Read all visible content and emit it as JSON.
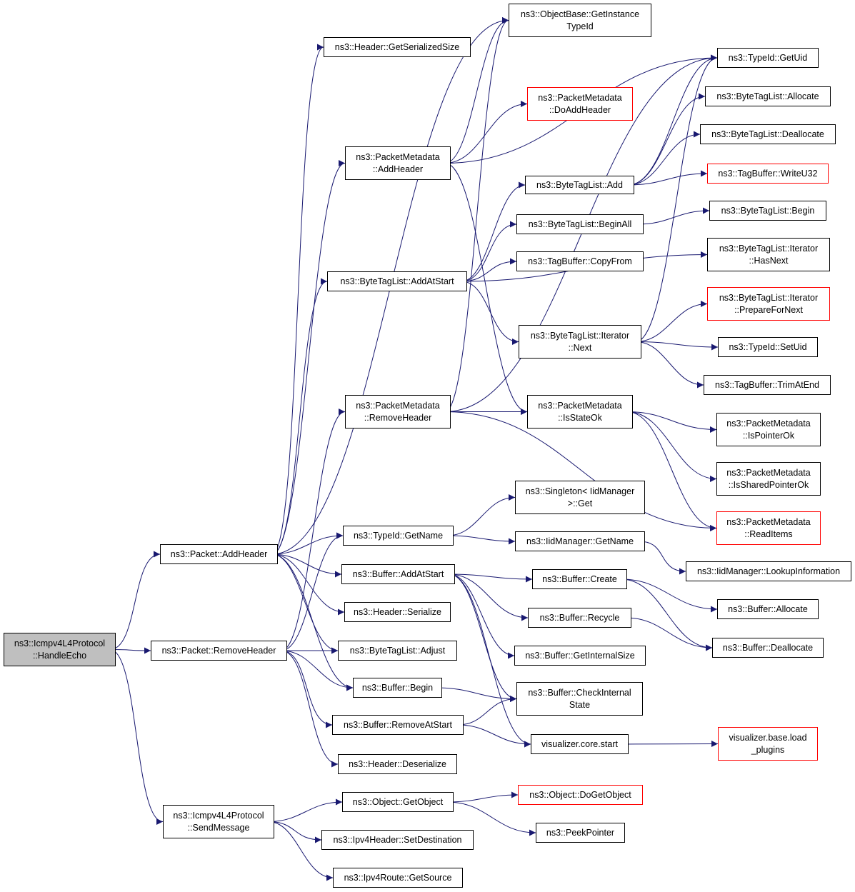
{
  "nodes": [
    {
      "id": "handle_echo",
      "lines": [
        "ns3::Icmpv4L4Protocol",
        "::HandleEcho"
      ],
      "style": "root"
    },
    {
      "id": "packet_addheader",
      "lines": [
        "ns3::Packet::AddHeader"
      ],
      "style": "normal"
    },
    {
      "id": "packet_removeheader",
      "lines": [
        "ns3::Packet::RemoveHeader"
      ],
      "style": "normal"
    },
    {
      "id": "sendmessage",
      "lines": [
        "ns3::Icmpv4L4Protocol",
        "::SendMessage"
      ],
      "style": "normal"
    },
    {
      "id": "header_getserializedsize",
      "lines": [
        "ns3::Header::GetSerializedSize"
      ],
      "style": "normal"
    },
    {
      "id": "pm_addheader",
      "lines": [
        "ns3::PacketMetadata",
        "::AddHeader"
      ],
      "style": "normal"
    },
    {
      "id": "btl_addatstart",
      "lines": [
        "ns3::ByteTagList::AddAtStart"
      ],
      "style": "normal"
    },
    {
      "id": "pm_removeheader",
      "lines": [
        "ns3::PacketMetadata",
        "::RemoveHeader"
      ],
      "style": "normal"
    },
    {
      "id": "typeid_getname",
      "lines": [
        "ns3::TypeId::GetName"
      ],
      "style": "normal"
    },
    {
      "id": "buffer_addatstart",
      "lines": [
        "ns3::Buffer::AddAtStart"
      ],
      "style": "normal"
    },
    {
      "id": "header_serialize",
      "lines": [
        "ns3::Header::Serialize"
      ],
      "style": "normal"
    },
    {
      "id": "btl_adjust",
      "lines": [
        "ns3::ByteTagList::Adjust"
      ],
      "style": "normal"
    },
    {
      "id": "buffer_begin",
      "lines": [
        "ns3::Buffer::Begin"
      ],
      "style": "normal"
    },
    {
      "id": "buffer_removeatstart",
      "lines": [
        "ns3::Buffer::RemoveAtStart"
      ],
      "style": "normal"
    },
    {
      "id": "header_deserialize",
      "lines": [
        "ns3::Header::Deserialize"
      ],
      "style": "normal"
    },
    {
      "id": "object_getobject",
      "lines": [
        "ns3::Object::GetObject"
      ],
      "style": "normal"
    },
    {
      "id": "ipv4header_setdestination",
      "lines": [
        "ns3::Ipv4Header::SetDestination"
      ],
      "style": "normal"
    },
    {
      "id": "ipv4route_getsource",
      "lines": [
        "ns3::Ipv4Route::GetSource"
      ],
      "style": "normal"
    },
    {
      "id": "objectbase_getinstancetypeid",
      "lines": [
        "ns3::ObjectBase::GetInstance",
        "TypeId"
      ],
      "style": "normal"
    },
    {
      "id": "pm_doaddheader",
      "lines": [
        "ns3::PacketMetadata",
        "::DoAddHeader"
      ],
      "style": "red"
    },
    {
      "id": "btl_add",
      "lines": [
        "ns3::ByteTagList::Add"
      ],
      "style": "normal"
    },
    {
      "id": "btl_beginall",
      "lines": [
        "ns3::ByteTagList::BeginAll"
      ],
      "style": "normal"
    },
    {
      "id": "tagbuffer_copyfrom",
      "lines": [
        "ns3::TagBuffer::CopyFrom"
      ],
      "style": "normal"
    },
    {
      "id": "btl_iterator_next",
      "lines": [
        "ns3::ByteTagList::Iterator",
        "::Next"
      ],
      "style": "normal"
    },
    {
      "id": "pm_isstateok",
      "lines": [
        "ns3::PacketMetadata",
        "::IsStateOk"
      ],
      "style": "normal"
    },
    {
      "id": "singleton_get",
      "lines": [
        "ns3::Singleton< IidManager",
        ">::Get"
      ],
      "style": "normal"
    },
    {
      "id": "iidmanager_getname",
      "lines": [
        "ns3::IidManager::GetName"
      ],
      "style": "normal"
    },
    {
      "id": "buffer_create",
      "lines": [
        "ns3::Buffer::Create"
      ],
      "style": "normal"
    },
    {
      "id": "buffer_recycle",
      "lines": [
        "ns3::Buffer::Recycle"
      ],
      "style": "normal"
    },
    {
      "id": "buffer_getinternalsize",
      "lines": [
        "ns3::Buffer::GetInternalSize"
      ],
      "style": "normal"
    },
    {
      "id": "buffer_checkinternalstate",
      "lines": [
        "ns3::Buffer::CheckInternal",
        "State"
      ],
      "style": "normal"
    },
    {
      "id": "visualizer_core_start",
      "lines": [
        "visualizer.core.start"
      ],
      "style": "normal"
    },
    {
      "id": "object_dogetobject",
      "lines": [
        "ns3::Object::DoGetObject"
      ],
      "style": "red"
    },
    {
      "id": "peekpointer",
      "lines": [
        "ns3::PeekPointer"
      ],
      "style": "normal"
    },
    {
      "id": "typeid_getuid",
      "lines": [
        "ns3::TypeId::GetUid"
      ],
      "style": "normal"
    },
    {
      "id": "btl_allocate",
      "lines": [
        "ns3::ByteTagList::Allocate"
      ],
      "style": "normal"
    },
    {
      "id": "btl_deallocate",
      "lines": [
        "ns3::ByteTagList::Deallocate"
      ],
      "style": "normal"
    },
    {
      "id": "tagbuffer_writeu32",
      "lines": [
        "ns3::TagBuffer::WriteU32"
      ],
      "style": "red"
    },
    {
      "id": "btl_begin",
      "lines": [
        "ns3::ByteTagList::Begin"
      ],
      "style": "normal"
    },
    {
      "id": "btl_iterator_hasnext",
      "lines": [
        "ns3::ByteTagList::Iterator",
        "::HasNext"
      ],
      "style": "normal"
    },
    {
      "id": "btl_iterator_preparefornext",
      "lines": [
        "ns3::ByteTagList::Iterator",
        "::PrepareForNext"
      ],
      "style": "red"
    },
    {
      "id": "typeid_setuid",
      "lines": [
        "ns3::TypeId::SetUid"
      ],
      "style": "normal"
    },
    {
      "id": "tagbuffer_trimatend",
      "lines": [
        "ns3::TagBuffer::TrimAtEnd"
      ],
      "style": "normal"
    },
    {
      "id": "pm_ispointerok",
      "lines": [
        "ns3::PacketMetadata",
        "::IsPointerOk"
      ],
      "style": "normal"
    },
    {
      "id": "pm_issharedpointerok",
      "lines": [
        "ns3::PacketMetadata",
        "::IsSharedPointerOk"
      ],
      "style": "normal"
    },
    {
      "id": "pm_readitems",
      "lines": [
        "ns3::PacketMetadata",
        "::ReadItems"
      ],
      "style": "red"
    },
    {
      "id": "iidmanager_lookupinformation",
      "lines": [
        "ns3::IidManager::LookupInformation"
      ],
      "style": "normal"
    },
    {
      "id": "buffer_allocate",
      "lines": [
        "ns3::Buffer::Allocate"
      ],
      "style": "normal"
    },
    {
      "id": "buffer_deallocate",
      "lines": [
        "ns3::Buffer::Deallocate"
      ],
      "style": "normal"
    },
    {
      "id": "visualizer_base_load_plugins",
      "lines": [
        "visualizer.base.load",
        "_plugins"
      ],
      "style": "red"
    }
  ],
  "edges": [
    [
      "handle_echo",
      "packet_addheader"
    ],
    [
      "handle_echo",
      "packet_removeheader"
    ],
    [
      "handle_echo",
      "sendmessage"
    ],
    [
      "packet_addheader",
      "header_getserializedsize"
    ],
    [
      "packet_addheader",
      "objectbase_getinstancetypeid"
    ],
    [
      "packet_addheader",
      "pm_addheader"
    ],
    [
      "packet_addheader",
      "btl_addatstart"
    ],
    [
      "packet_addheader",
      "typeid_getname"
    ],
    [
      "packet_addheader",
      "buffer_addatstart"
    ],
    [
      "packet_addheader",
      "header_serialize"
    ],
    [
      "packet_addheader",
      "btl_adjust"
    ],
    [
      "packet_addheader",
      "buffer_begin"
    ],
    [
      "packet_removeheader",
      "pm_removeheader"
    ],
    [
      "packet_removeheader",
      "typeid_getname"
    ],
    [
      "packet_removeheader",
      "btl_adjust"
    ],
    [
      "packet_removeheader",
      "buffer_begin"
    ],
    [
      "packet_removeheader",
      "buffer_removeatstart"
    ],
    [
      "packet_removeheader",
      "header_deserialize"
    ],
    [
      "sendmessage",
      "object_getobject"
    ],
    [
      "sendmessage",
      "ipv4header_setdestination"
    ],
    [
      "sendmessage",
      "ipv4route_getsource"
    ],
    [
      "pm_addheader",
      "objectbase_getinstancetypeid"
    ],
    [
      "pm_addheader",
      "typeid_getuid"
    ],
    [
      "pm_addheader",
      "pm_doaddheader"
    ],
    [
      "pm_addheader",
      "pm_isstateok"
    ],
    [
      "btl_addatstart",
      "btl_add"
    ],
    [
      "btl_addatstart",
      "btl_beginall"
    ],
    [
      "btl_addatstart",
      "tagbuffer_copyfrom"
    ],
    [
      "btl_addatstart",
      "btl_iterator_hasnext"
    ],
    [
      "btl_addatstart",
      "btl_iterator_next"
    ],
    [
      "pm_removeheader",
      "objectbase_getinstancetypeid"
    ],
    [
      "pm_removeheader",
      "typeid_getuid"
    ],
    [
      "pm_removeheader",
      "pm_isstateok"
    ],
    [
      "pm_removeheader",
      "pm_readitems"
    ],
    [
      "btl_add",
      "typeid_getuid"
    ],
    [
      "btl_add",
      "btl_allocate"
    ],
    [
      "btl_add",
      "btl_deallocate"
    ],
    [
      "btl_add",
      "tagbuffer_writeu32"
    ],
    [
      "btl_beginall",
      "btl_begin"
    ],
    [
      "btl_iterator_next",
      "typeid_getuid"
    ],
    [
      "btl_iterator_next",
      "btl_iterator_preparefornext"
    ],
    [
      "btl_iterator_next",
      "typeid_setuid"
    ],
    [
      "btl_iterator_next",
      "tagbuffer_trimatend"
    ],
    [
      "pm_isstateok",
      "pm_ispointerok"
    ],
    [
      "pm_isstateok",
      "pm_issharedpointerok"
    ],
    [
      "pm_isstateok",
      "pm_readitems"
    ],
    [
      "typeid_getname",
      "singleton_get"
    ],
    [
      "typeid_getname",
      "iidmanager_getname"
    ],
    [
      "iidmanager_getname",
      "iidmanager_lookupinformation"
    ],
    [
      "buffer_addatstart",
      "buffer_create"
    ],
    [
      "buffer_addatstart",
      "buffer_recycle"
    ],
    [
      "buffer_addatstart",
      "buffer_getinternalsize"
    ],
    [
      "buffer_addatstart",
      "buffer_checkinternalstate"
    ],
    [
      "buffer_addatstart",
      "visualizer_core_start"
    ],
    [
      "buffer_create",
      "buffer_allocate"
    ],
    [
      "buffer_create",
      "buffer_deallocate"
    ],
    [
      "buffer_recycle",
      "buffer_deallocate"
    ],
    [
      "buffer_begin",
      "buffer_checkinternalstate"
    ],
    [
      "buffer_removeatstart",
      "buffer_checkinternalstate"
    ],
    [
      "buffer_removeatstart",
      "visualizer_core_start"
    ],
    [
      "visualizer_core_start",
      "visualizer_base_load_plugins"
    ],
    [
      "object_getobject",
      "object_dogetobject"
    ],
    [
      "object_getobject",
      "peekpointer"
    ]
  ],
  "colors": {
    "edge": "#191970",
    "node_border": "#000000",
    "node_border_incomplete": "#ff0000",
    "root_fill": "#bfbfbf",
    "node_fill": "#ffffff"
  }
}
